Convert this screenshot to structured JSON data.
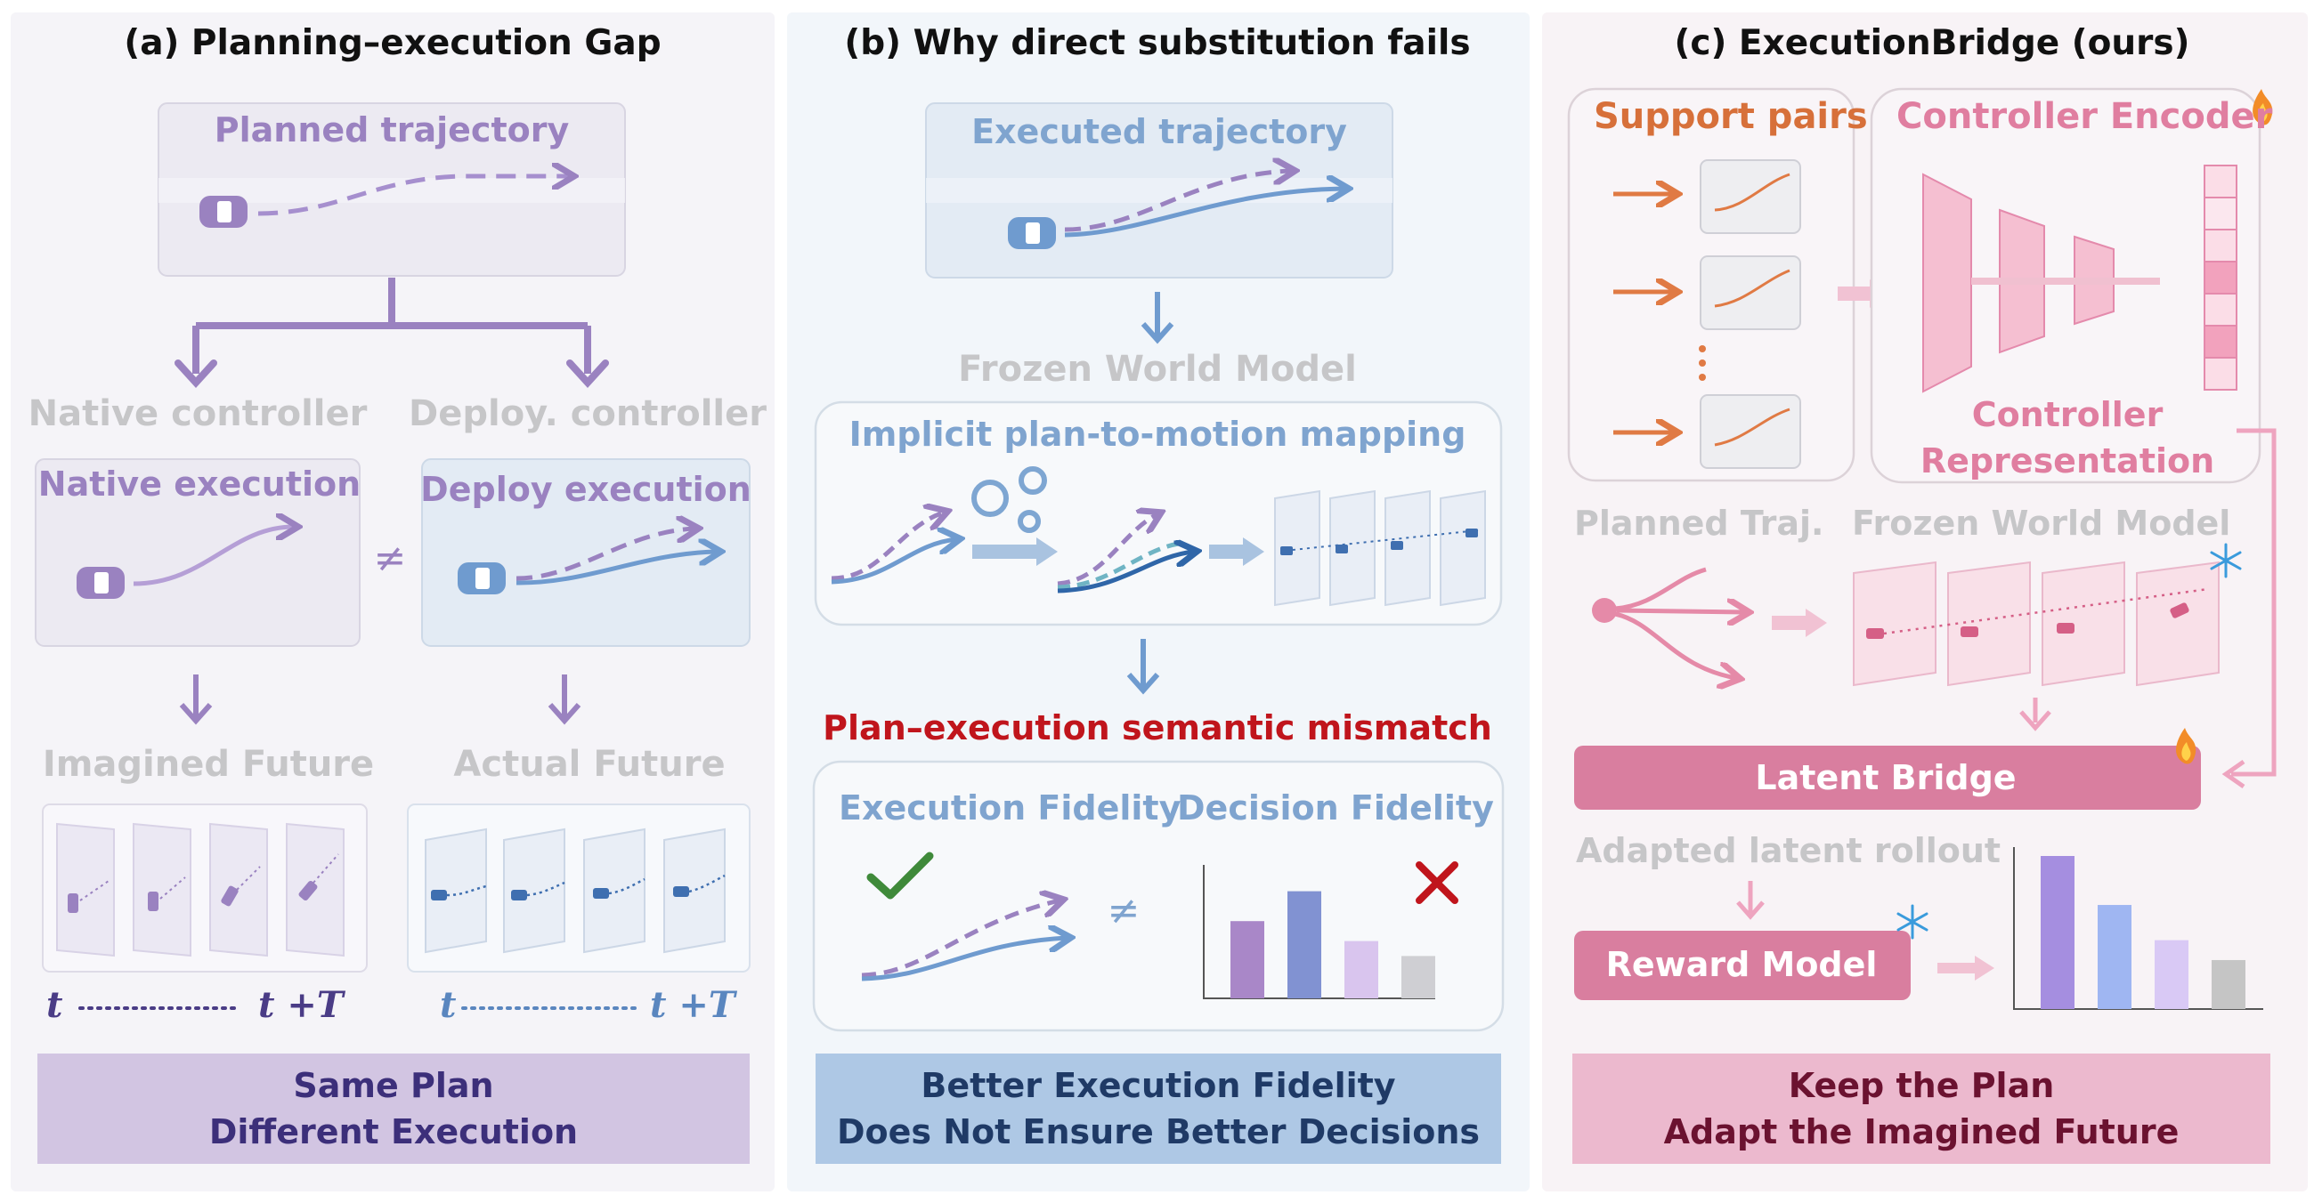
{
  "panel_a": {
    "title": "(a) Planning–execution Gap",
    "planned": "Planned trajectory",
    "native_controller": "Native controller",
    "deploy_controller": "Deploy. controller",
    "native_execution": "Native execution",
    "deploy_execution": "Deploy execution",
    "neq": "≠",
    "imagined": "Imagined Future",
    "actual": "Actual Future",
    "t_start": "t",
    "t_end": "t +T",
    "bottom_line1": "Same Plan",
    "bottom_line2": "Different Execution"
  },
  "panel_b": {
    "title": "(b) Why direct substitution fails",
    "executed": "Executed trajectory",
    "frozen": "Frozen World Model",
    "implicit": "Implicit plan-to-motion mapping",
    "mismatch": "Plan–execution semantic mismatch",
    "exec_fidelity": "Execution Fidelity",
    "decision_fidelity": "Decision Fidelity",
    "neq": "≠",
    "bottom_line1": "Better Execution Fidelity",
    "bottom_line2": "Does Not Ensure Better Decisions"
  },
  "panel_c": {
    "title": "(c) ExecutionBridge (ours)",
    "support_pairs": "Support pairs",
    "controller_encoder": "Controller Encoder",
    "controller_rep_1": "Controller",
    "controller_rep_2": "Representation",
    "planned_traj": "Planned Traj.",
    "frozen": "Frozen World Model",
    "latent_bridge": "Latent Bridge",
    "adapted": "Adapted latent rollout",
    "reward_model": "Reward Model",
    "bottom_line1": "Keep the Plan",
    "bottom_line2": "Adapt the Imagined Future"
  },
  "icons": {
    "fire": "fire-icon",
    "snowflake": "snowflake-icon",
    "check": "check-icon",
    "cross": "cross-icon",
    "gear": "gear-icon"
  },
  "colors": {
    "purple": "#9a82c0",
    "blue": "#7fa4cf",
    "pink": "#e07ea0",
    "orange": "#d7703a",
    "red": "#c0151c"
  },
  "chart_data": [
    {
      "type": "bar",
      "title": "Decision Fidelity",
      "categories": [
        "",
        "",
        "",
        ""
      ],
      "values": [
        0.62,
        0.86,
        0.46,
        0.34
      ],
      "colors": [
        "#a987c8",
        "#8192d2",
        "#d9c5ee",
        "#cfcfd3"
      ]
    },
    {
      "type": "bar",
      "title": "",
      "categories": [
        "",
        "",
        "",
        ""
      ],
      "values": [
        1.0,
        0.68,
        0.45,
        0.32
      ],
      "colors": [
        "#a58ee0",
        "#9fb6f2",
        "#d9c9f5",
        "#c5c5c5"
      ]
    }
  ]
}
